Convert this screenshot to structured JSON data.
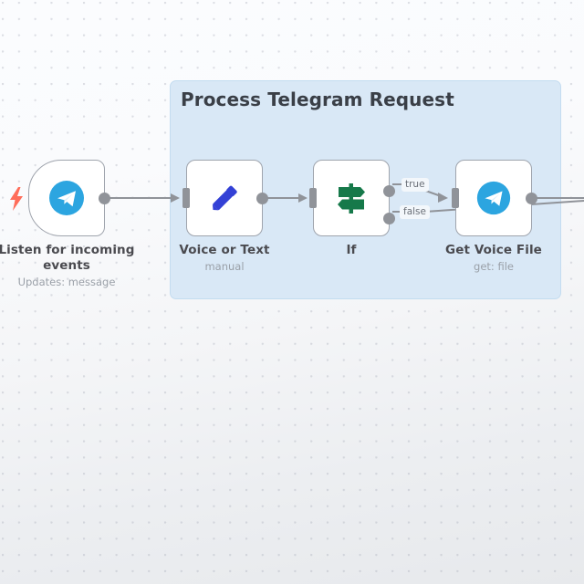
{
  "canvas": {
    "background_color": "#fafbfc",
    "grid": "dot-grid"
  },
  "sticky_note": {
    "title": "Process Telegram Request",
    "color": "#d9e8f6",
    "border_color": "#c3dcf0"
  },
  "trigger_indicator": {
    "icon": "lightning-bolt-icon",
    "color": "#ff6d5a"
  },
  "nodes": [
    {
      "id": "telegram-trigger",
      "title": "Listen for incoming events",
      "subtitle": "Updates: message",
      "icon": "telegram-icon",
      "icon_color": "#2ca5e0",
      "shape": "trigger",
      "has_input": false,
      "has_output": true
    },
    {
      "id": "voice-or-text",
      "title": "Voice or Text",
      "subtitle": "manual",
      "icon": "pencil-icon",
      "icon_color": "#3341d6",
      "shape": "rect",
      "has_input": true,
      "has_output": true
    },
    {
      "id": "if",
      "title": "If",
      "subtitle": "",
      "icon": "signpost-icon",
      "icon_color": "#16794a",
      "shape": "rect",
      "has_input": true,
      "has_output": true,
      "outputs": [
        "true",
        "false"
      ]
    },
    {
      "id": "get-voice-file",
      "title": "Get Voice File",
      "subtitle": "get: file",
      "icon": "telegram-icon",
      "icon_color": "#2ca5e0",
      "shape": "rect",
      "has_input": true,
      "has_output": true
    }
  ],
  "connections": [
    {
      "from": "telegram-trigger",
      "to": "voice-or-text",
      "label": ""
    },
    {
      "from": "voice-or-text",
      "to": "if",
      "label": ""
    },
    {
      "from": "if",
      "to": "get-voice-file",
      "label": "true"
    },
    {
      "from": "if",
      "to": "",
      "label": "false"
    },
    {
      "from": "get-voice-file",
      "to": "",
      "label": ""
    }
  ],
  "branch_labels": {
    "true": "true",
    "false": "false"
  },
  "colors": {
    "connector": "#909399",
    "node_border": "#9fa4ad",
    "title_text": "#4a4a4f",
    "subtitle_text": "#9aa0a8"
  }
}
